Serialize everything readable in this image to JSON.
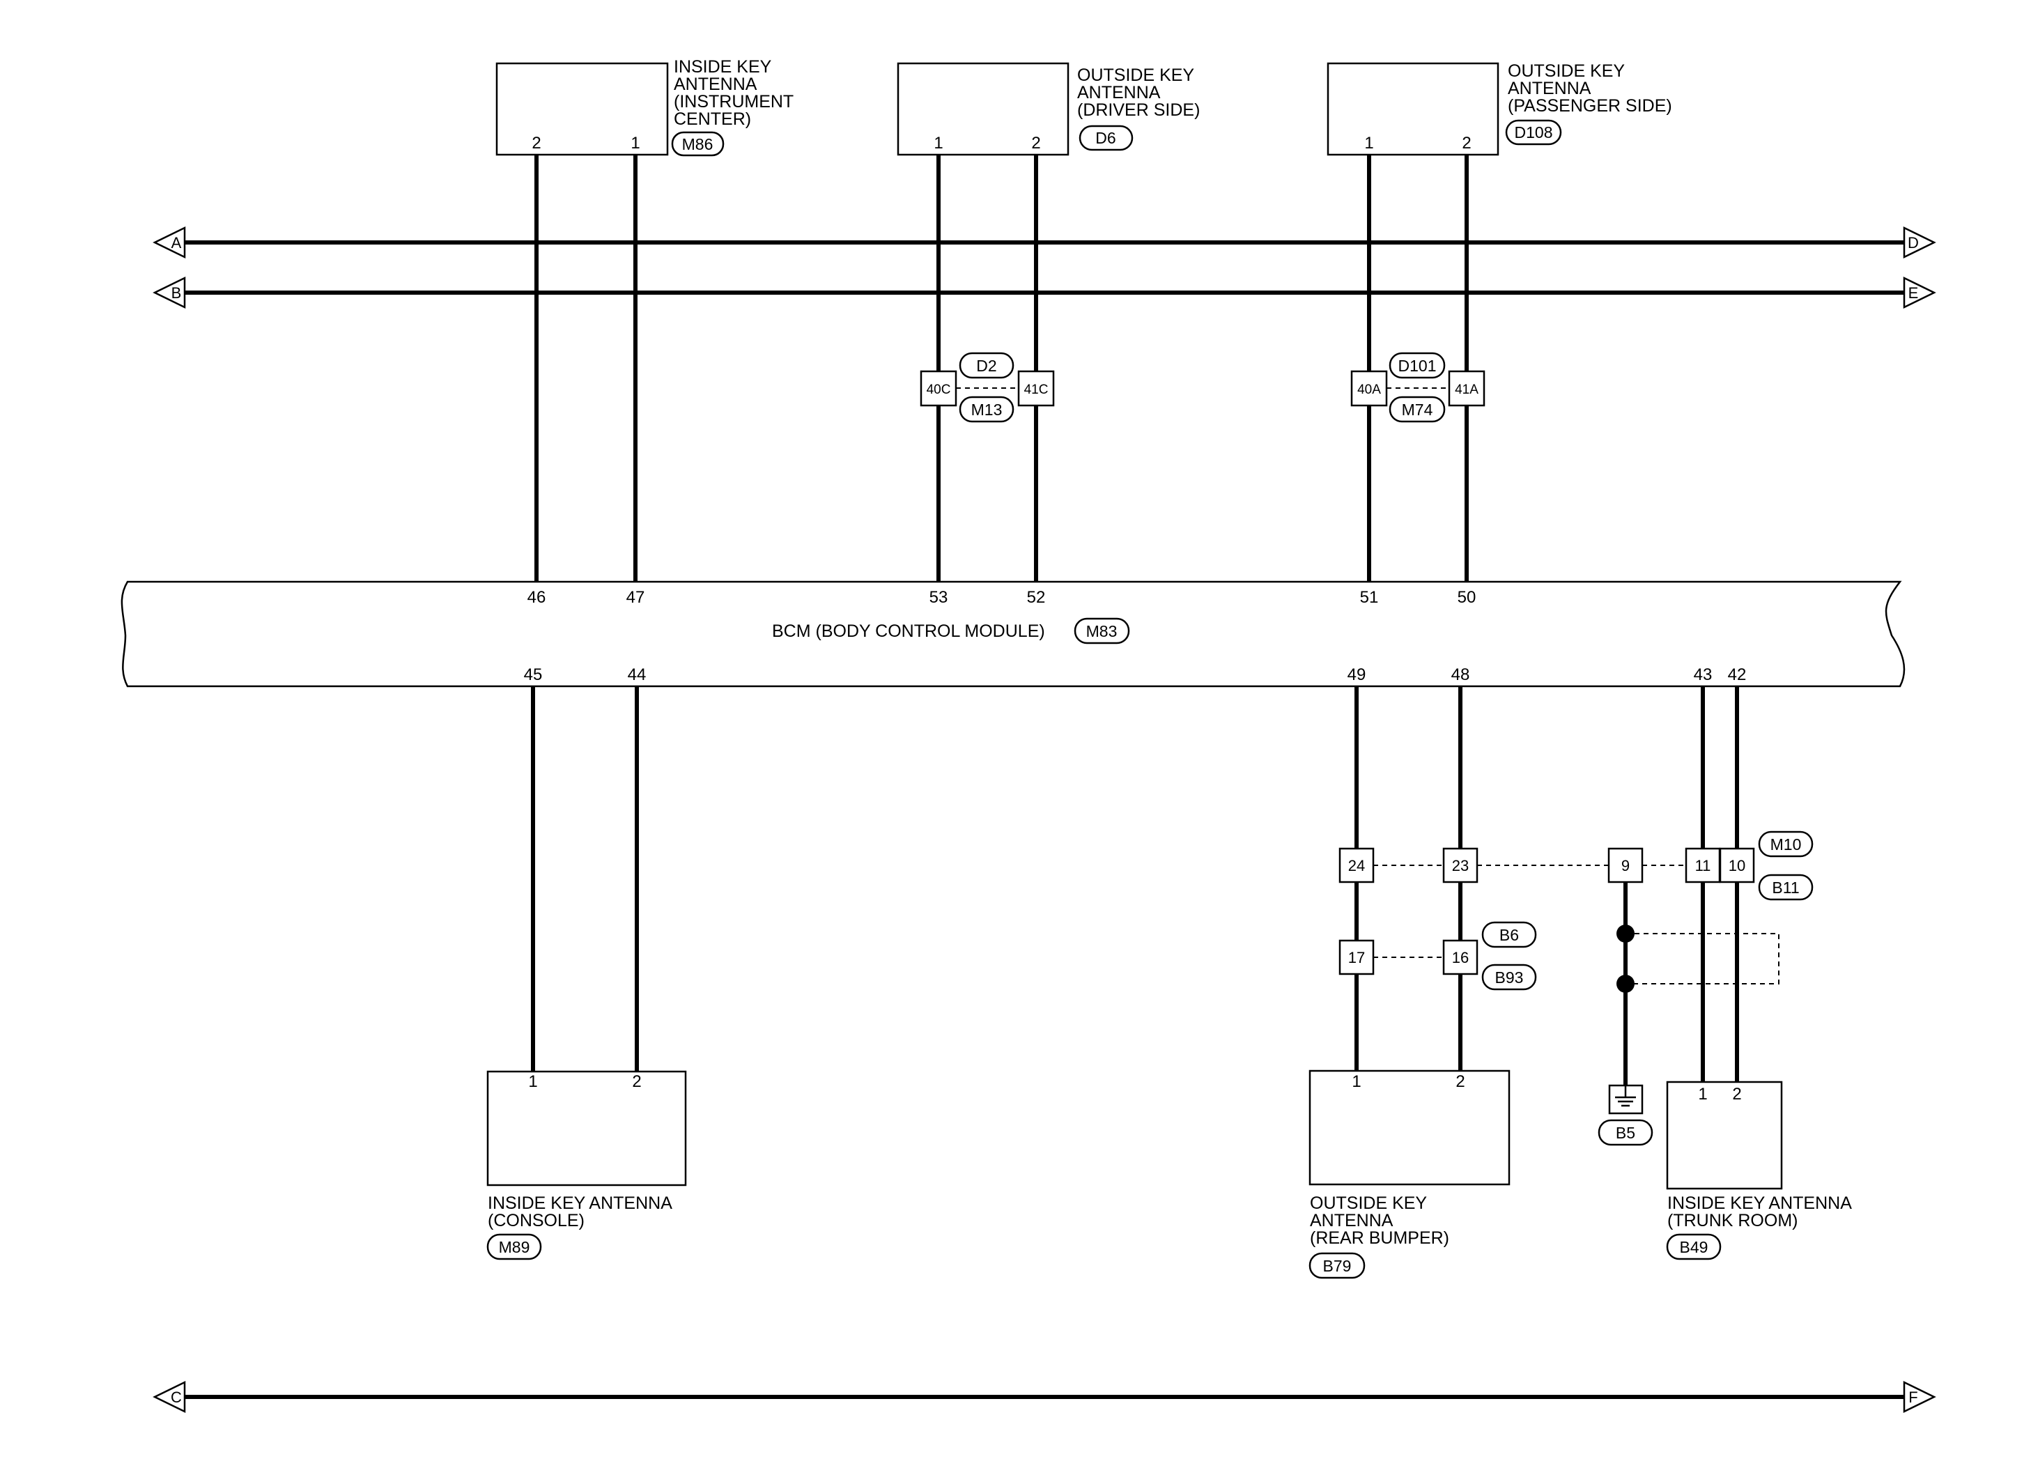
{
  "bus_markers": {
    "A": "A",
    "B": "B",
    "C": "C",
    "D": "D",
    "E": "E",
    "F": "F"
  },
  "components": {
    "inside_antenna_instrument": {
      "name_lines": [
        "INSIDE KEY",
        "ANTENNA",
        "(INSTRUMENT",
        "CENTER)"
      ],
      "connector": "M86",
      "pin_left": "2",
      "pin_right": "1"
    },
    "outside_antenna_driver": {
      "name_lines": [
        "OUTSIDE KEY",
        "ANTENNA",
        "(DRIVER SIDE)"
      ],
      "connector": "D6",
      "pin_left": "1",
      "pin_right": "2"
    },
    "outside_antenna_passenger": {
      "name_lines": [
        "OUTSIDE KEY",
        "ANTENNA",
        "(PASSENGER SIDE)"
      ],
      "connector": "D108",
      "pin_left": "1",
      "pin_right": "2"
    },
    "inside_antenna_console": {
      "name_lines": [
        "INSIDE KEY ANTENNA",
        "(CONSOLE)"
      ],
      "connector": "M89",
      "pin_left": "1",
      "pin_right": "2"
    },
    "outside_antenna_rear_bumper": {
      "name_lines": [
        "OUTSIDE KEY",
        "ANTENNA",
        "(REAR BUMPER)"
      ],
      "connector": "B79",
      "pin_left": "1",
      "pin_right": "2"
    },
    "inside_antenna_trunk": {
      "name_lines": [
        "INSIDE KEY ANTENNA",
        "(TRUNK ROOM)"
      ],
      "connector": "B49",
      "pin_left": "1",
      "pin_right": "2"
    }
  },
  "bcm": {
    "label": "BCM (BODY CONTROL MODULE)",
    "connector": "M83",
    "top_pins": [
      "46",
      "47",
      "53",
      "52",
      "51",
      "50"
    ],
    "bottom_pins": [
      "45",
      "44",
      "49",
      "48",
      "43",
      "42"
    ]
  },
  "junctions": {
    "driver": {
      "left_terminal": "40C",
      "right_terminal": "41C",
      "upper_tag": "D2",
      "lower_tag": "M13"
    },
    "passenger": {
      "left_terminal": "40A",
      "right_terminal": "41A",
      "upper_tag": "D101",
      "lower_tag": "M74"
    },
    "rear_upper": {
      "terminals": [
        "24",
        "23",
        "9",
        "11",
        "10"
      ],
      "upper_tag": "M10",
      "lower_tag": "B11"
    },
    "rear_lower": {
      "terminals": [
        "17",
        "16"
      ],
      "upper_tag": "B6",
      "lower_tag": "B93"
    },
    "ground": {
      "tag": "B5"
    }
  }
}
